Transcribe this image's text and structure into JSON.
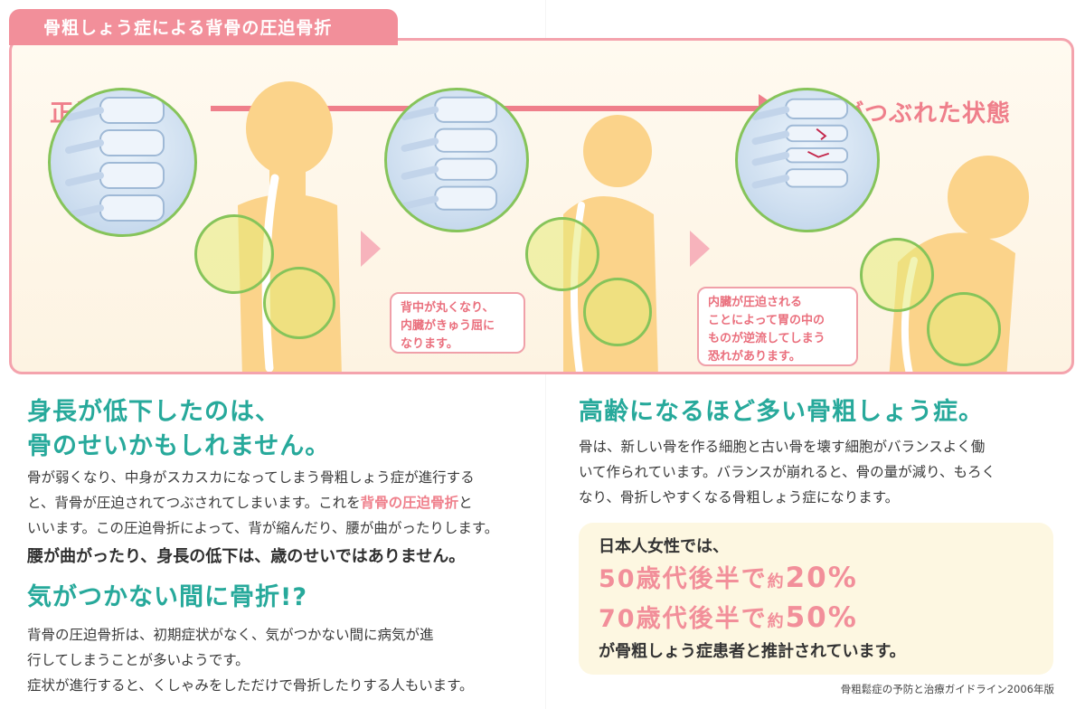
{
  "header": {
    "tab_title": "骨粗しょう症による背骨の圧迫骨折"
  },
  "diagram": {
    "normal_label": "正常な背骨",
    "crushed_label": "背骨がつぶれた状態",
    "callout_middle": [
      "背中が丸くなり、",
      "内臓がきゅう屈に",
      "なります。"
    ],
    "callout_right": [
      "内臓が圧迫される",
      "ことによって胃の中の",
      "ものが逆流してしまう",
      "恐れがあります。"
    ]
  },
  "left": {
    "heading_1": "身長が低下したのは、",
    "heading_2": "骨のせいかもしれません。",
    "para_1_a": "骨が弱くなり、中身がスカスカになってしまう骨粗しょう症が進行する",
    "para_1_b": "と、背骨が圧迫されてつぶされてしまいます。これを",
    "para_1_em": "背骨の圧迫骨折",
    "para_1_c": "と",
    "para_1_d": "いいます。この圧迫骨折によって、背が縮んだり、腰が曲がったりします。",
    "bold_line": "腰が曲がったり、身長の低下は、歳のせいではありません。",
    "heading_3": "気がつかない間に骨折!?",
    "para_2_a": "背骨の圧迫骨折は、初期症状がなく、気がつかない間に病気が進",
    "para_2_b": "行してしまうことが多いようです。",
    "para_2_c": "症状が進行すると、くしゃみをしただけで骨折したりする人もいます。"
  },
  "right": {
    "heading": "高齢になるほど多い骨粗しょう症。",
    "para_a": "骨は、新しい骨を作る細胞と古い骨を壊す細胞がバランスよく働",
    "para_b": "いて作られています。バランスが崩れると、骨の量が減り、もろく",
    "para_c": "なり、骨折しやすくなる骨粗しょう症になります。",
    "stats": {
      "intro": "日本人女性では、",
      "line1_pre": "50歳代後半で",
      "line1_about": "約",
      "line1_val": "20%",
      "line2_pre": "70歳代後半で",
      "line2_about": "約",
      "line2_val": "50%",
      "outro": "が骨粗しょう症患者と推計されています。"
    },
    "source": "骨粗鬆症の予防と治療ガイドライン2006年版"
  },
  "colors": {
    "accent_pink": "#ef7f8b",
    "heading_green": "#27a99b",
    "ring_green": "#86c45a",
    "silhouette": "#fbd38a",
    "stat_box": "#fdf7e1"
  },
  "icons": [
    "vertebrae-icon",
    "cracked-vertebrae-icon",
    "woman-silhouette-icon",
    "arrow-right-icon",
    "chevron-right-icon"
  ]
}
